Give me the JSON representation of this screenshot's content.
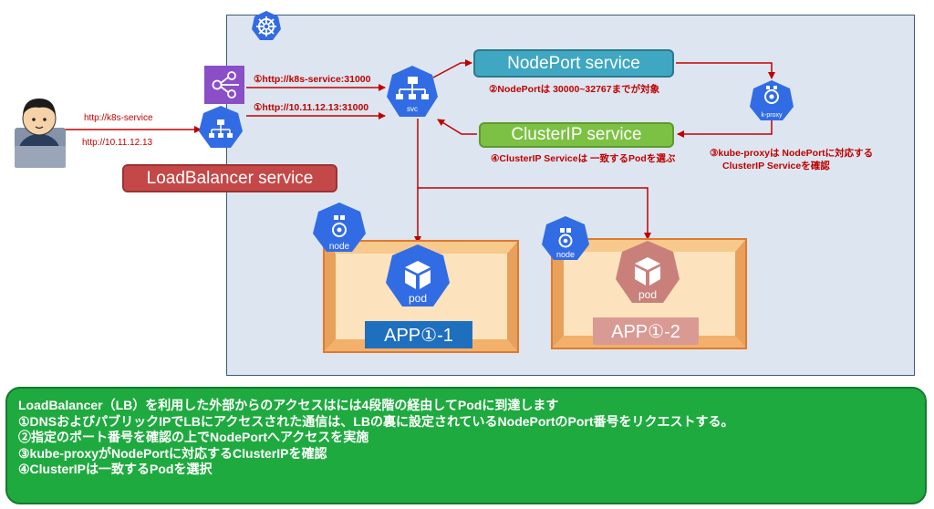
{
  "services": {
    "nodeport": "NodePort service",
    "clusterip": "ClusterIP service",
    "loadbalancer": "LoadBalancer service"
  },
  "labels": {
    "req1": "①http://k8s-service:31000",
    "req2": "①http://10.11.12.13:31000",
    "user_dns": "http://k8s-service",
    "user_ip": "http://10.11.12.13",
    "note2": "②NodePortは 30000~32767までが対象",
    "note3_line1": "③kube-proxyは NodePortに対応する",
    "note3_line2": "ClusterIP Serviceを確認",
    "note4": "④ClusterIP Serviceは 一致するPodを選ぶ"
  },
  "icons": {
    "svc": "svc",
    "kproxy": "k-proxy",
    "node": "node",
    "pod": "pod"
  },
  "apps": {
    "app1": "APP①-1",
    "app2": "APP①-2"
  },
  "summary": [
    "LoadBalancer（LB）を利用した外部からのアクセスはには4段階の経由してPodに到達します",
    "①DNSおよびパブリックIPでLBにアクセスされた通信は、LBの裏に設定されているNodePortのPort番号をリクエストする。",
    "②指定のポート番号を確認の上でNodePortへアクセスを実施",
    "③kube-proxyがNodePortに対応するClusterIPを確認",
    "④ClusterIPは一致するPodを選択"
  ],
  "colors": {
    "k8s_blue": "#326ce5",
    "arrow_red": "#c00000",
    "pod_pink": "#c9807b",
    "summary_green": "#1faa40"
  }
}
